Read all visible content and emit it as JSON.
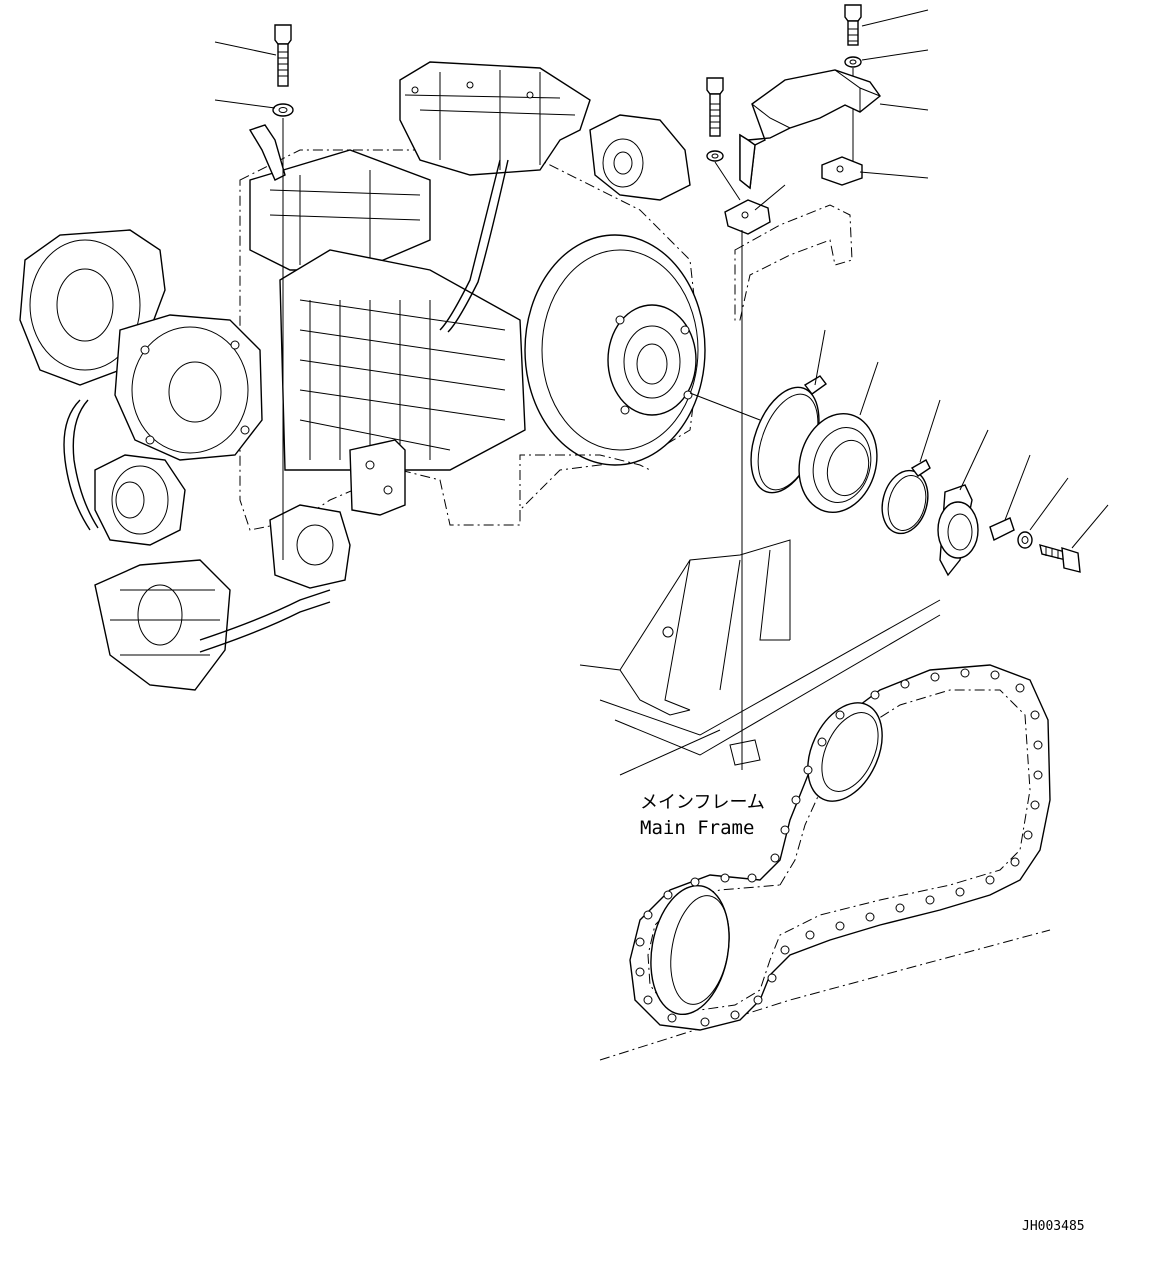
{
  "labels": {
    "main_frame_jp": "メインフレーム",
    "main_frame_en": "Main Frame",
    "drawing_id": "JH003485"
  },
  "colors": {
    "line": "#000000",
    "background": "#ffffff"
  },
  "icons": [
    "transmission-assembly",
    "long-bolt",
    "washer",
    "cover-bracket",
    "clamp-band",
    "seal-ring",
    "hose-clamp",
    "bearing-holder",
    "shim-plate",
    "bolt",
    "main-frame-gasket"
  ]
}
